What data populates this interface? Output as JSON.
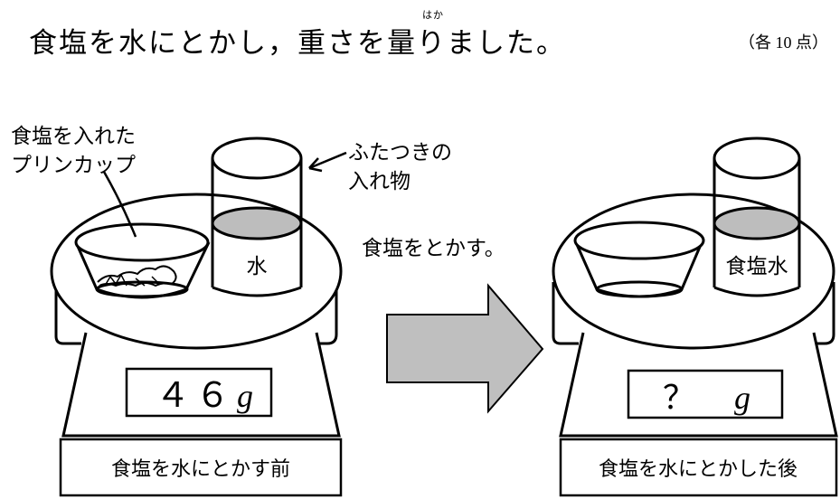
{
  "header": {
    "instruction": "食塩を水にとかし，重さを量りました。",
    "ruby": "はか",
    "points": "（各 10 点）"
  },
  "before": {
    "cup_label_line1": "食塩を入れた",
    "cup_label_line2": "プリンカップ",
    "container_label_line1": "ふたつきの",
    "container_label_line2": "入れ物",
    "water_label": "水",
    "display_value": "４６",
    "display_unit": "g",
    "caption": "食塩を水にとかす前"
  },
  "process": {
    "label": "食塩をとかす。"
  },
  "after": {
    "water_label": "食塩水",
    "display_value": "？",
    "display_unit": "g",
    "caption": "食塩を水にとかした後"
  }
}
